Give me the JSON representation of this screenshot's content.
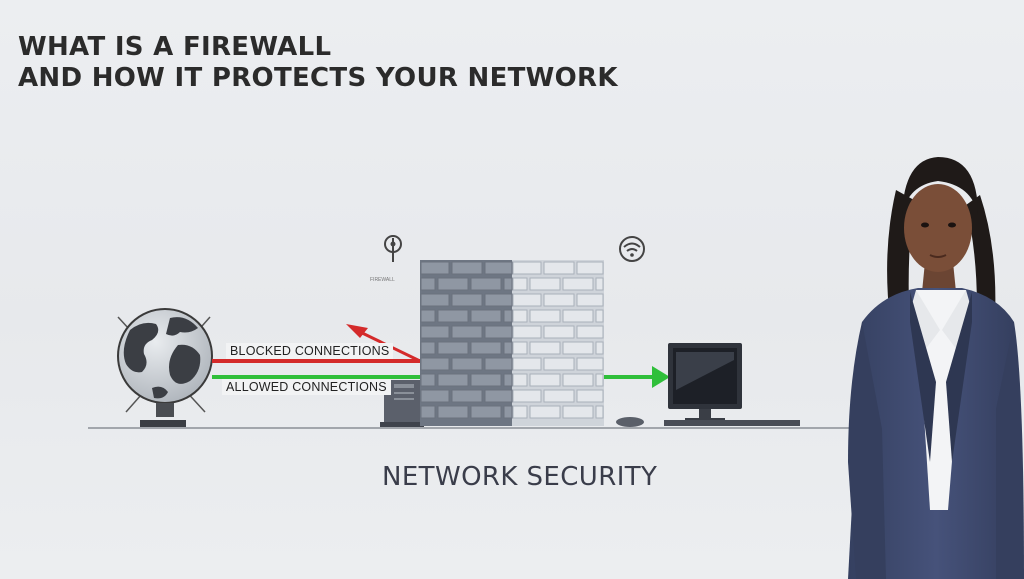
{
  "title": {
    "line1": "WHAT IS A FIREWALL",
    "line2": "AND HOW IT PROTECTS YOUR NETWORK"
  },
  "diagram": {
    "blocked_label": "BLOCKED CONNECTIONS",
    "allowed_label": "ALLOWED CONNECTIONS",
    "tiny_label": "FIREWALL",
    "subtitle": "NETWORK SECURITY"
  },
  "colors": {
    "blocked": "#d42a2a",
    "allowed": "#2fbf3a",
    "suit": "#3f4a6a",
    "brick_dark": "#8f97a3",
    "brick_light": "#dde1e6"
  },
  "icons": [
    "globe-icon",
    "firewall-icon",
    "monitor-icon",
    "wifi-icon",
    "location-pin-icon"
  ]
}
